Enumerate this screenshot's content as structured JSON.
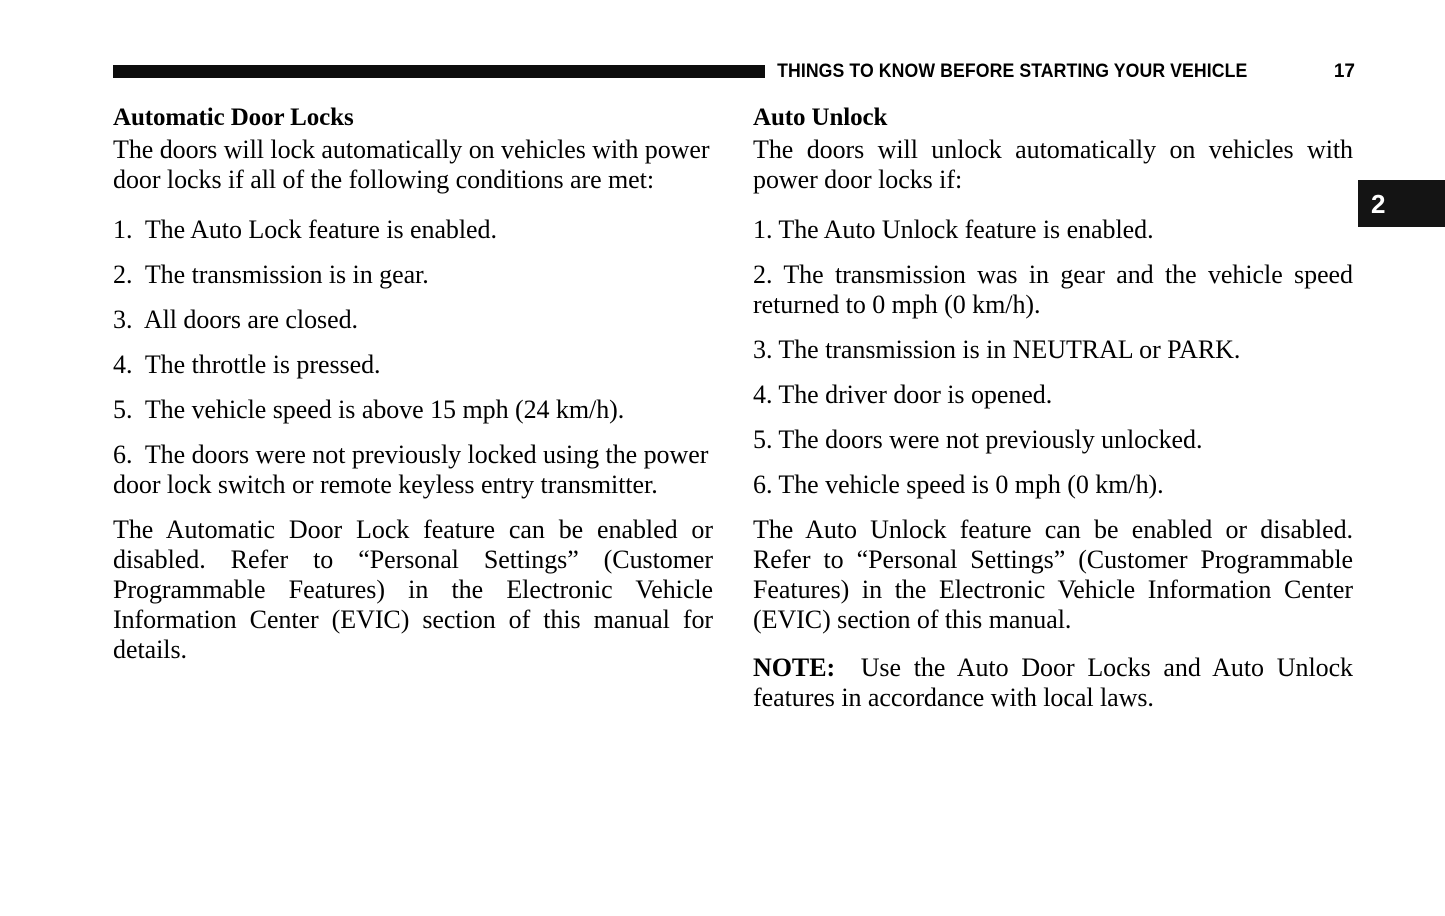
{
  "header": {
    "title": "THINGS TO KNOW BEFORE STARTING YOUR VEHICLE",
    "page_number": "17",
    "rule_color": "#0d0d0d"
  },
  "chapter_tab": {
    "number": "2",
    "background_color": "#141414",
    "text_color": "#ffffff"
  },
  "left_column": {
    "heading": "Automatic Door Locks",
    "intro": "The doors will lock automatically on vehicles with power door locks if all of the following conditions are met:",
    "list": [
      {
        "number": "1.",
        "text": "The Auto Lock feature is enabled."
      },
      {
        "number": "2.",
        "text": "The transmission is in gear."
      },
      {
        "number": "3.",
        "text": "All doors are closed."
      },
      {
        "number": "4.",
        "text": "The throttle is pressed."
      },
      {
        "number": "5.",
        "text": "The vehicle speed is above 15 mph (24 km/h)."
      },
      {
        "number": "6.",
        "text": "The doors were not previously locked using the power door lock switch or remote keyless entry transmitter."
      }
    ],
    "closing": "The Automatic Door Lock feature can be enabled or disabled. Refer to “Personal Settings” (Customer Programmable Features) in the Electronic Vehicle Information Center (EVIC) section of this manual for details."
  },
  "right_column": {
    "heading": "Auto Unlock",
    "intro": "The doors will unlock automatically on vehicles with power door locks if:",
    "list": [
      {
        "number": "1.",
        "text": "The Auto Unlock feature is enabled."
      },
      {
        "number": "2.",
        "text": "The transmission was in gear and the vehicle speed returned to 0 mph (0 km/h)."
      },
      {
        "number": "3.",
        "text": "The transmission is in NEUTRAL or PARK."
      },
      {
        "number": "4.",
        "text": "The driver door is opened."
      },
      {
        "number": "5.",
        "text": "The doors were not previously unlocked."
      },
      {
        "number": "6.",
        "text": "The vehicle speed is 0 mph (0 km/h)."
      }
    ],
    "closing": "The Auto Unlock feature can be enabled or disabled. Refer to “Personal Settings” (Customer Programmable Features) in the Electronic Vehicle Information Center (EVIC) section of this manual.",
    "note_label": "NOTE:",
    "note_text": "Use the Auto Door Locks and Auto Unlock features in accordance with local laws."
  }
}
